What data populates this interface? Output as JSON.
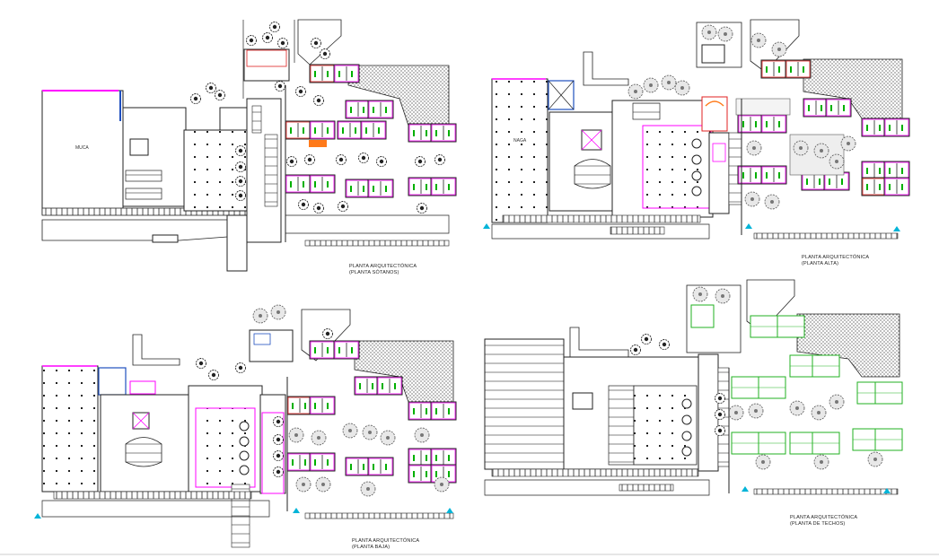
{
  "titles": {
    "sotanos": {
      "line1": "PLANTA ARQUITECTÓNICA",
      "line2": "(PLANTA  SÓTANOS)"
    },
    "alta": {
      "line1": "PLANTA ARQUITECTÓNICA",
      "line2": "(PLANTA ALTA)"
    },
    "baja": {
      "line1": "PLANTA ARQUITECTÓNICA",
      "line2": "(PLANTA BAJA)"
    },
    "techos": {
      "line1": "PLANTA ARQUITECTÓNICA",
      "line2": "(PLANTA DE TECHOS)"
    }
  },
  "room_labels": {
    "muca": "MUCA",
    "naga": "NAGA"
  },
  "colors": {
    "line": "#1a1a1a",
    "magenta": "#ff00ff",
    "green": "#00b000",
    "red": "#e02020",
    "orange": "#ff7a1a",
    "blue": "#1f4fbf",
    "cyan": "#00b4d8",
    "roof_green": "#22b222"
  }
}
